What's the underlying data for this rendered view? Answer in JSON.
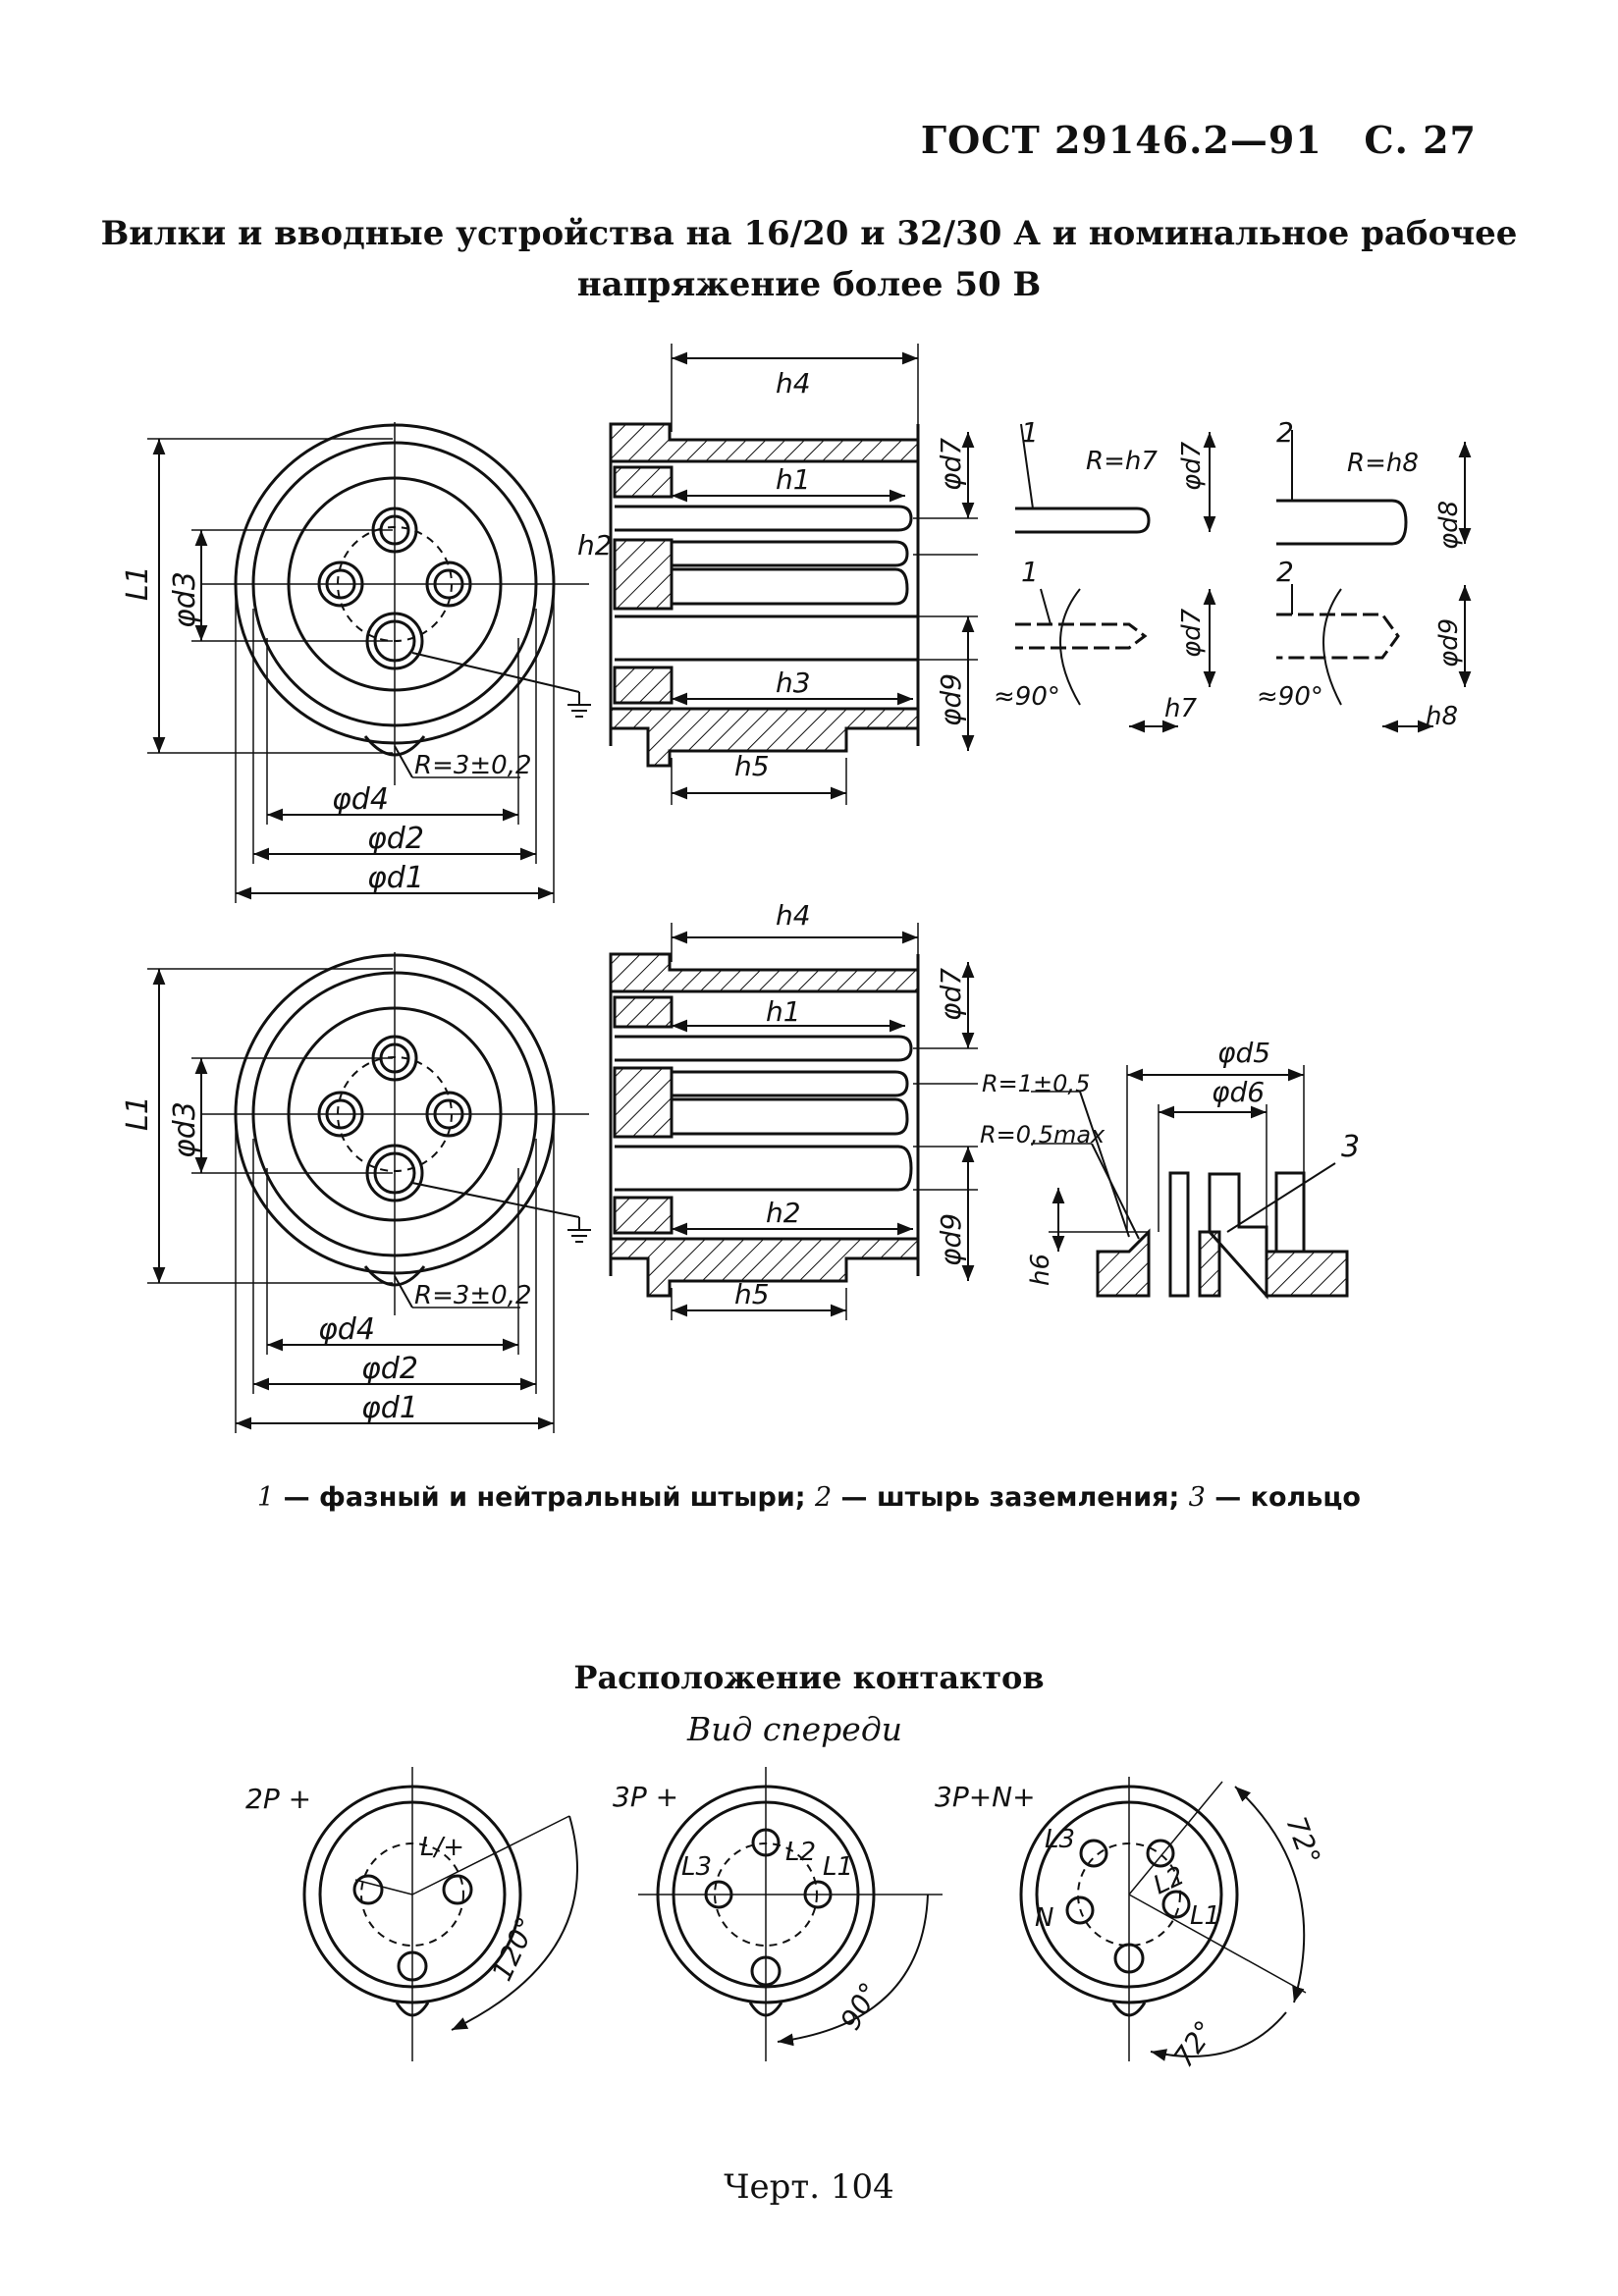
{
  "header": {
    "standard": "ГОСТ 29146.2—91",
    "page": "С. 27"
  },
  "title": {
    "line1": "Вилки и вводные устройства на 16/20 и 32/30 А и номинальное рабочее",
    "line2": "напряжение более 50 В"
  },
  "legend": {
    "n1": "1",
    "t1": " — фазный и нейтральный штыри; ",
    "n2": "2",
    "t2": " — штырь заземления; ",
    "n3": "3",
    "t3": " — кольцо"
  },
  "contacts": {
    "title": "Расположение контактов",
    "subtitle": "Вид спереди",
    "variants": [
      {
        "label": "2P +",
        "angle": "120°",
        "live": "L/+"
      },
      {
        "label": "3P +",
        "angle": "90°",
        "pins": [
          "L2",
          "L1",
          "L3"
        ]
      },
      {
        "label": "3P+N+",
        "angle": "72°",
        "angle2": "72°",
        "pins": [
          "L2",
          "L1",
          "L3",
          "N"
        ]
      }
    ]
  },
  "dims": {
    "L1": "L1",
    "d1": "φd1",
    "d2": "φd2",
    "d3": "φd3",
    "d4": "φd4",
    "d5": "φd5",
    "d6": "φd6",
    "d7": "φd7",
    "d8": "φd8",
    "d9": "φd9",
    "h1": "h1",
    "h2": "h2",
    "h3": "h3",
    "h4": "h4",
    "h5": "h5",
    "h6": "h6",
    "h7": "h7",
    "h8": "h8",
    "R_key": "R=3±0,2",
    "R_pin1": "R=h7",
    "R_pin2": "R=h8",
    "R_ring1": "R=1±0,5",
    "R_ring2": "R=0,5max",
    "angle": "≈90°",
    "callout1": "1",
    "callout2": "2",
    "callout3": "3"
  },
  "caption": "Черт. 104"
}
